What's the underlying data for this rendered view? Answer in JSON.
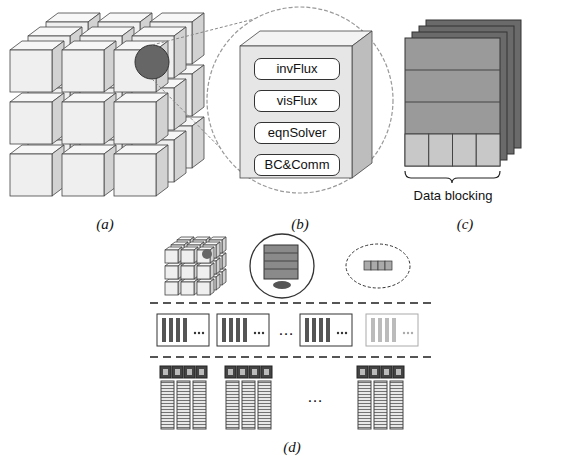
{
  "diagram": {
    "nodes": [
      {
        "text": [
          "invFlux"
        ]
      },
      {
        "text": [
          "visFlux"
        ]
      },
      {
        "text": [
          "eqnSolver"
        ]
      },
      {
        "text": [
          "BC&Comm"
        ]
      }
    ],
    "labels": [
      "(a)",
      "(b)",
      "(c)",
      "Data blocking",
      "(d)",
      "…",
      "…"
    ]
  }
}
